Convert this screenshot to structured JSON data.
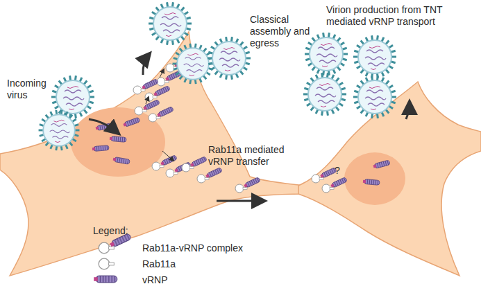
{
  "diagram": {
    "labels": [
      "Incoming virus",
      "Classical assembly and egress",
      "Rab11a mediated vRNP transfer",
      "Virion production from TNT mediated vRNP transport",
      "Legend:",
      "?"
    ],
    "legend": [
      {
        "text": "Rab11a-vRNP complex"
      },
      {
        "text": "Rab11a"
      },
      {
        "text": "vRNP"
      }
    ]
  }
}
